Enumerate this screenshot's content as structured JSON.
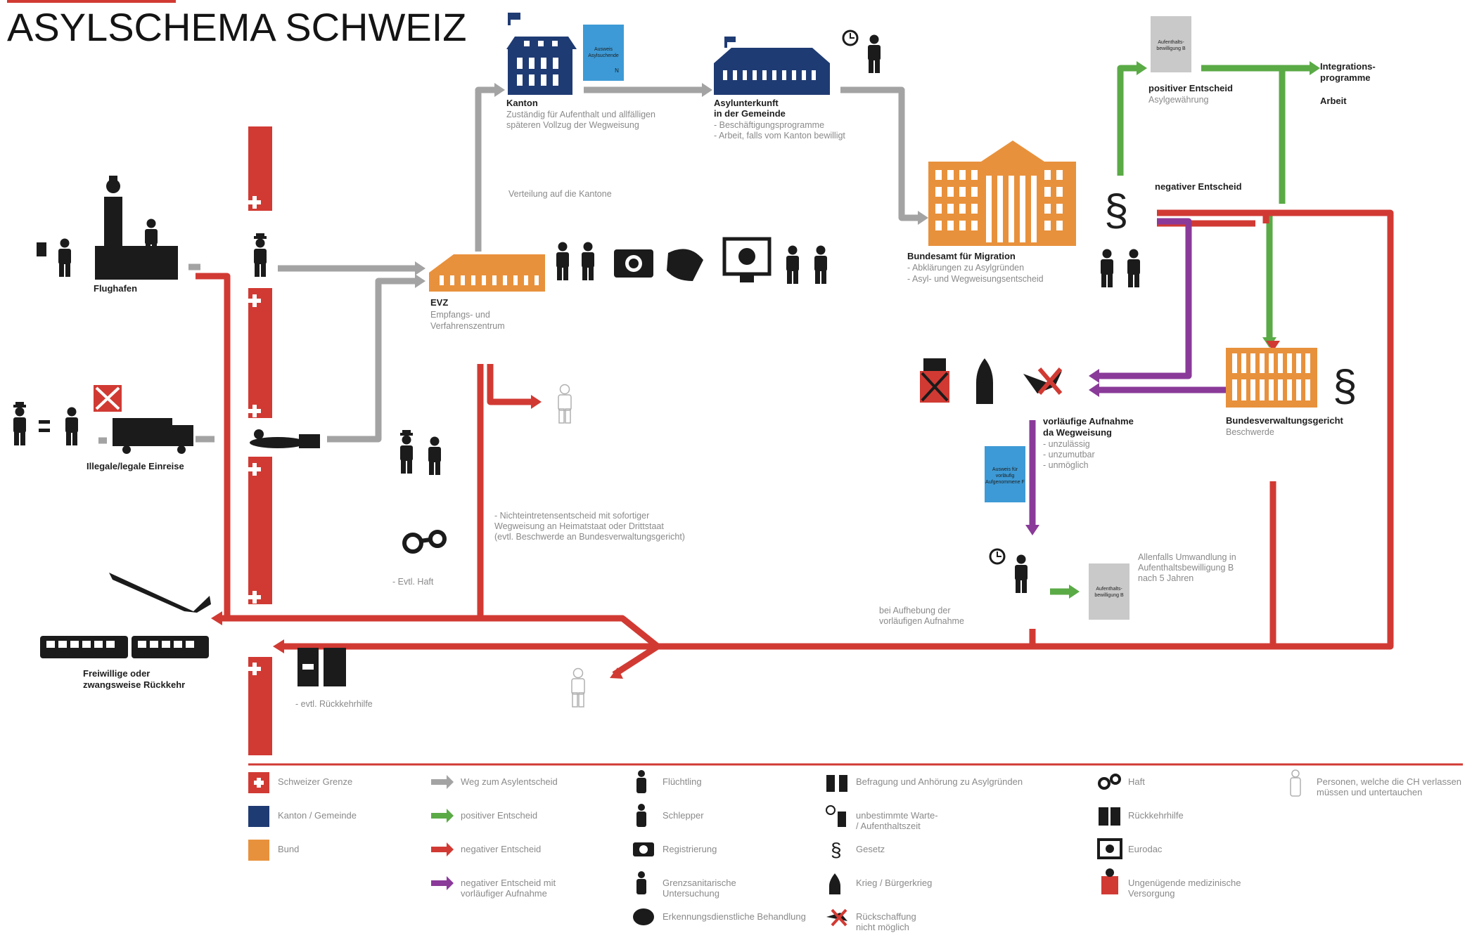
{
  "title": "ASYLSCHEMA SCHWEIZ",
  "colors": {
    "grey": "#a3a3a3",
    "green": "#5aaa46",
    "red": "#d13a33",
    "purple": "#8a3a99",
    "navy": "#1f3b73",
    "orange": "#e8913c",
    "lightblue": "#3d9ad6",
    "dark": "#1b1b1b"
  },
  "nodes": {
    "flughafen": "Flughafen",
    "einreise": "Illegale/legale Einreise",
    "kanton_title": "Kanton",
    "kanton_desc": [
      "Zuständig für Aufenthalt und allfälligen",
      "späteren Vollzug der Wegweisung"
    ],
    "unterkunft_title": [
      "Asylunterkunft",
      "in der Gemeinde"
    ],
    "unterkunft_desc": [
      "- Beschäftigungsprogramme",
      "- Arbeit, falls vom Kanton bewilligt"
    ],
    "verteilung": "Verteilung auf die Kantone",
    "evz_title": "EVZ",
    "evz_desc": [
      "Empfangs- und",
      "Verfahrenszentrum"
    ],
    "bfm_title": "Bundesamt für Migration",
    "bfm_desc": [
      "- Abklärungen zu Asylgründen",
      "- Asyl- und Wegweisungsentscheid"
    ],
    "positiv_title": "positiver Entscheid",
    "positiv_desc": "Asylgewährung",
    "integration": [
      "Integrations-",
      "programme"
    ],
    "arbeit": "Arbeit",
    "negativ": "negativer Entscheid",
    "bvg_title": "Bundesverwaltungsgericht",
    "bvg_desc": "Beschwerde",
    "vorlaeufig_title": [
      "vorläufige Aufnahme",
      "da Wegweisung"
    ],
    "vorlaeufig_desc": [
      "- unzulässig",
      "- unzumutbar",
      "- unmöglich"
    ],
    "umwandlung": [
      "Allenfalls Umwandlung in",
      "Aufenthaltsbewilligung B",
      "nach 5 Jahren"
    ],
    "aufhebung": [
      "bei Aufhebung der",
      "vorläufigen Aufnahme"
    ],
    "nichteintreten": [
      "- Nichteintretensentscheid mit sofortiger",
      "Wegweisung an Heimatstaat oder Drittstaat",
      "(evtl. Beschwerde an Bundesverwaltungsgericht)"
    ],
    "haft": "- Evtl. Haft",
    "rueckkehrhilfe": "- evtl. Rückkehrhilfe",
    "rueckkehr": [
      "Freiwillige oder",
      "zwangsweise Rückkehr"
    ],
    "doc_positiv": [
      "Aufenthalts-",
      "bewilligung B"
    ],
    "doc_kanton": [
      "Ausweis",
      "Asylsuchende",
      "N"
    ],
    "doc_vorlaeufig": [
      "Ausweis für",
      "vorläufig",
      "Aufgenommene F"
    ],
    "doc_umwandlung": [
      "Aufenthalts-",
      "bewilligung B"
    ]
  },
  "legend": [
    {
      "icon": "swiss-border-icon",
      "label": [
        "Schweizer Grenze"
      ]
    },
    {
      "icon": "canton-color-icon",
      "label": [
        "Kanton / Gemeinde"
      ]
    },
    {
      "icon": "federal-color-icon",
      "label": [
        "Bund"
      ]
    },
    {
      "icon": "grey-arrow-icon",
      "label": [
        "Weg zum Asylentscheid"
      ]
    },
    {
      "icon": "green-arrow-icon",
      "label": [
        "positiver Entscheid"
      ]
    },
    {
      "icon": "red-arrow-icon",
      "label": [
        "negativer Entscheid"
      ]
    },
    {
      "icon": "purple-arrow-icon",
      "label": [
        "negativer Entscheid mit",
        "vorläufiger Aufnahme"
      ]
    },
    {
      "icon": "refugee-icon",
      "label": [
        "Flüchtling"
      ]
    },
    {
      "icon": "smuggler-icon",
      "label": [
        "Schlepper"
      ]
    },
    {
      "icon": "camera-icon",
      "label": [
        "Registrierung"
      ]
    },
    {
      "icon": "medical-check-icon",
      "label": [
        "Grenzsanitarische",
        "Untersuchung"
      ]
    },
    {
      "icon": "fingerprint-icon",
      "label": [
        "Erkennungsdienstliche Behandlung"
      ]
    },
    {
      "icon": "interview-icon",
      "label": [
        "Befragung und Anhörung zu Asylgründen"
      ]
    },
    {
      "icon": "waiting-icon",
      "label": [
        "unbestimmte Warte-",
        "/ Aufenthaltszeit"
      ]
    },
    {
      "icon": "law-icon",
      "label": [
        "Gesetz"
      ]
    },
    {
      "icon": "war-icon",
      "label": [
        "Krieg / Bürgerkrieg"
      ]
    },
    {
      "icon": "no-return-icon",
      "label": [
        "Rückschaffung",
        "nicht möglich"
      ]
    },
    {
      "icon": "handcuffs-icon",
      "label": [
        "Haft"
      ]
    },
    {
      "icon": "return-aid-icon",
      "label": [
        "Rückkehrhilfe"
      ]
    },
    {
      "icon": "eurodac-icon",
      "label": [
        "Eurodac"
      ]
    },
    {
      "icon": "medical-care-icon",
      "label": [
        "Ungenügende medizinische",
        "Versorgung"
      ]
    },
    {
      "icon": "leaving-person-icon",
      "label": [
        "Personen, welche die CH verlassen",
        "müssen und untertauchen"
      ]
    }
  ]
}
